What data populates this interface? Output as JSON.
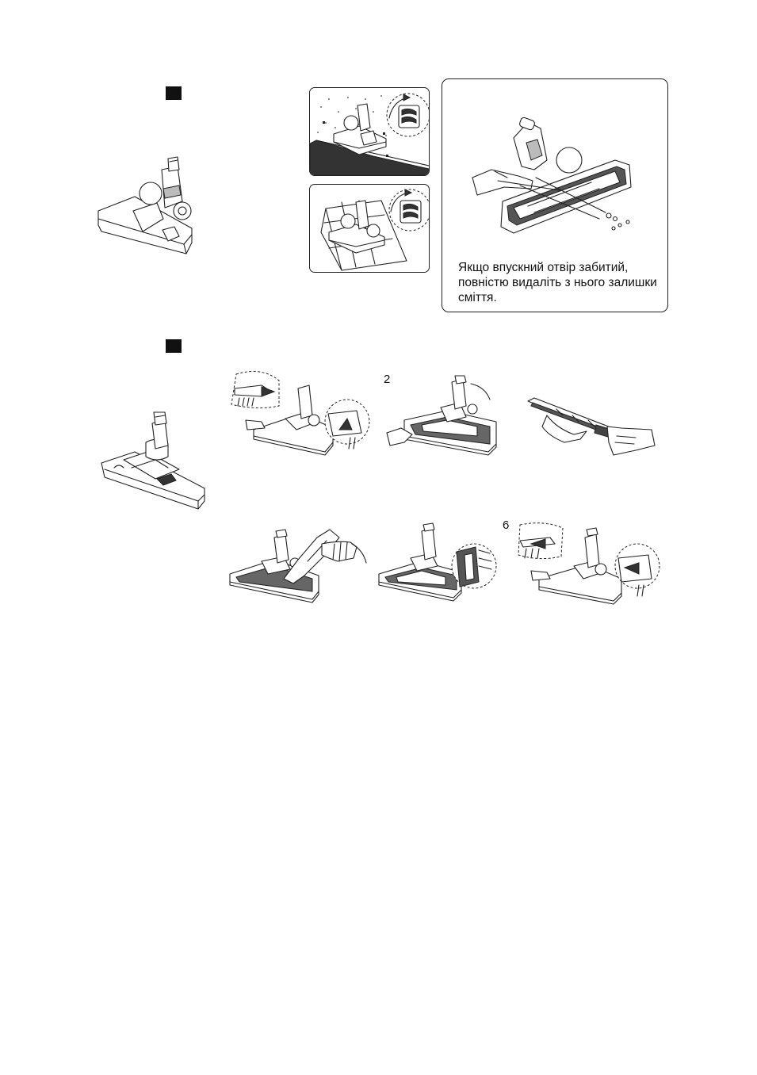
{
  "callout": {
    "line1": "Якщо впускний отвір забитий,",
    "line2": "повністю видаліть з нього залишки",
    "line3": "сміття."
  },
  "steps": {
    "step_2": "2",
    "step_6": "6"
  }
}
